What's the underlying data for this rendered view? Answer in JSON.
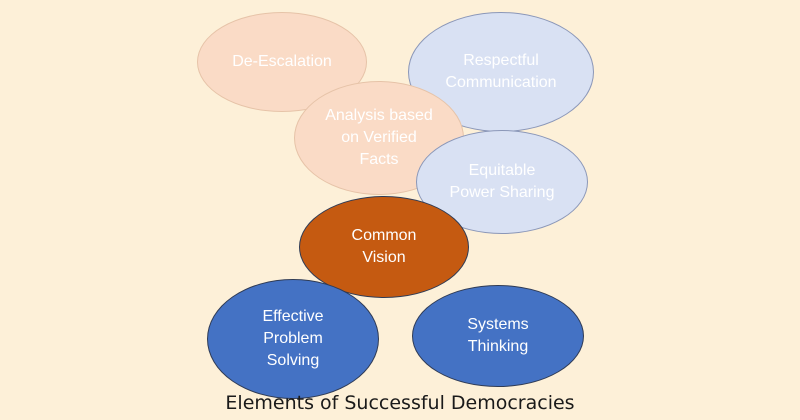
{
  "diagram": {
    "bubbles": [
      {
        "id": "deescalation",
        "label": "De-Escalation",
        "color": "#fadbc6"
      },
      {
        "id": "respectful",
        "label": "Respectful\nCommunication",
        "color": "#d9e1f3"
      },
      {
        "id": "analysis",
        "label": "Analysis based\non Verified\nFacts",
        "color": "#fadbc6"
      },
      {
        "id": "equitable",
        "label": "Equitable\nPower Sharing",
        "color": "#d9e1f3"
      },
      {
        "id": "common",
        "label": "Common\nVision",
        "color": "#c55a11"
      },
      {
        "id": "effective",
        "label": "Effective\nProblem\nSolving",
        "color": "#4472c4"
      },
      {
        "id": "systems",
        "label": "Systems\nThinking",
        "color": "#4472c4"
      }
    ],
    "caption": "Elements of Successful Democracies"
  }
}
